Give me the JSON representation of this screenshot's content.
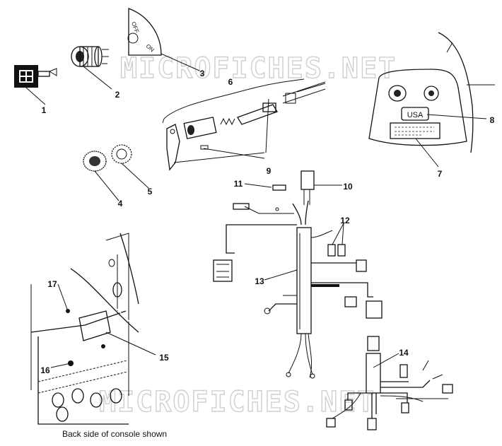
{
  "watermark": "MICROFICHES.NET",
  "caption": "Back side of console shown",
  "switch_plate": {
    "off": "OFF",
    "on": "ON"
  },
  "decal_text": "USA",
  "callouts": [
    "1",
    "2",
    "3",
    "4",
    "5",
    "6",
    "7",
    "8",
    "9",
    "10",
    "11",
    "12",
    "13",
    "14",
    "15",
    "16",
    "17"
  ]
}
